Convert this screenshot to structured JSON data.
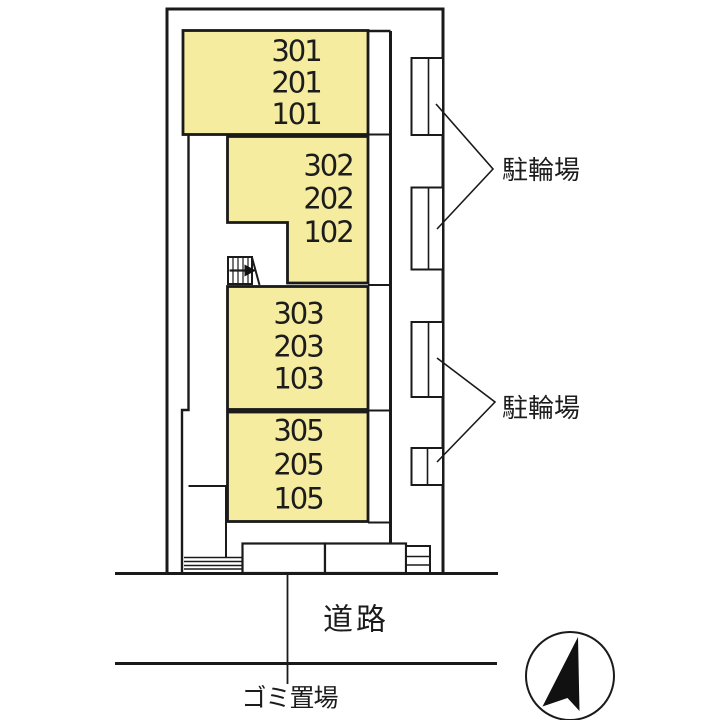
{
  "plan": {
    "room_stacks": [
      {
        "name": "stack-1",
        "lines": [
          "301",
          "201",
          "101"
        ]
      },
      {
        "name": "stack-2",
        "lines": [
          "302",
          "202",
          "102"
        ]
      },
      {
        "name": "stack-3",
        "lines": [
          "303",
          "203",
          "103"
        ]
      },
      {
        "name": "stack-4",
        "lines": [
          "305",
          "205",
          "105"
        ]
      }
    ],
    "labels": {
      "bicycle_parking_top": "駐輪場",
      "bicycle_parking_bottom": "駐輪場",
      "road": "道路",
      "garbage": "ゴミ置場"
    },
    "icons": {
      "stairs": "stairs-icon",
      "compass": "north-arrow-icon"
    },
    "colors": {
      "room_fill": "#F6EC9F",
      "line": "#1A1A1A",
      "background": "#FFFFFF"
    }
  }
}
